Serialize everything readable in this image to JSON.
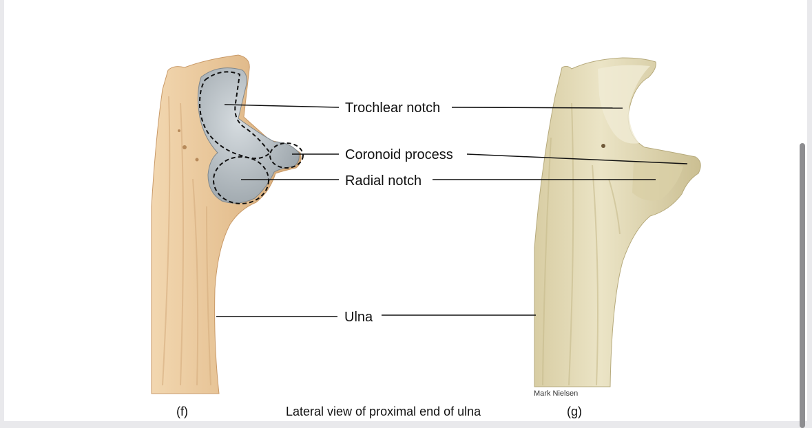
{
  "labels": {
    "trochlear_notch": "Trochlear notch",
    "coronoid_process": "Coronoid process",
    "radial_notch": "Radial notch",
    "ulna": "Ulna"
  },
  "panels": {
    "left_tag": "(f)",
    "right_tag": "(g)"
  },
  "caption": "Lateral view of proximal end of ulna",
  "photo_credit": "Mark Nielsen",
  "colors": {
    "illustrated_bone": "#e9c79c",
    "articular_cartilage": "#b8bfc4",
    "photo_bone": "#e0d7b4",
    "leader_line": "#111111"
  }
}
